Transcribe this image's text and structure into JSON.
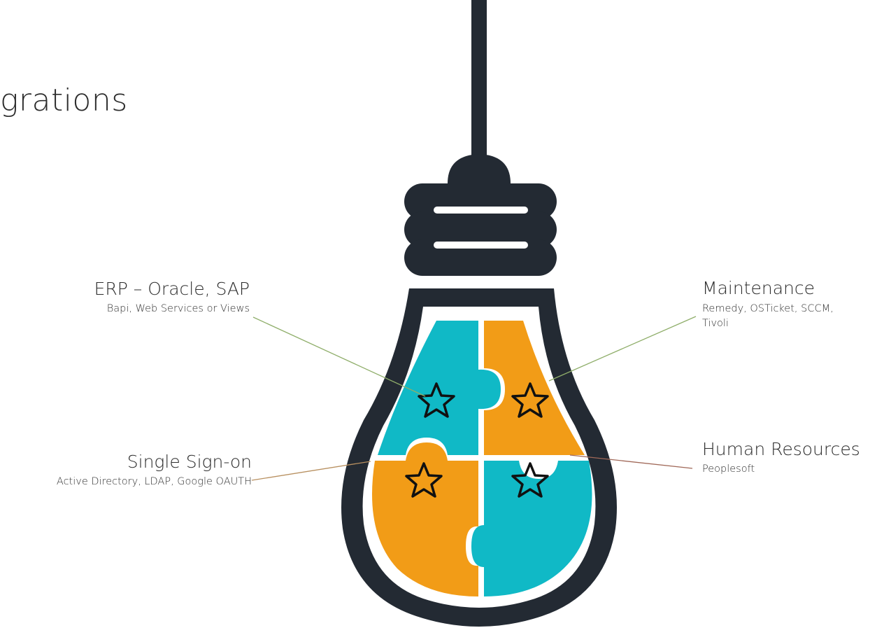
{
  "title": "grations",
  "labels": {
    "erp": {
      "title": "ERP – Oracle, SAP",
      "detail": "Bapi, Web Services or Views"
    },
    "maintenance": {
      "title": "Maintenance",
      "detail_line1": "Remedy, OSTicket, SCCM,",
      "detail_line2": "Tivoli"
    },
    "sso": {
      "title": "Single Sign-on",
      "detail": "Active Directory, LDAP, Google OAUTH"
    },
    "hr": {
      "title": "Human Resources",
      "detail": "Peoplesoft"
    }
  },
  "colors": {
    "outline": "#232a33",
    "teal": "#10b9c6",
    "orange": "#f29c17",
    "star": "#111111"
  },
  "icons": [
    "star-icon",
    "star-icon",
    "star-icon",
    "star-icon"
  ]
}
